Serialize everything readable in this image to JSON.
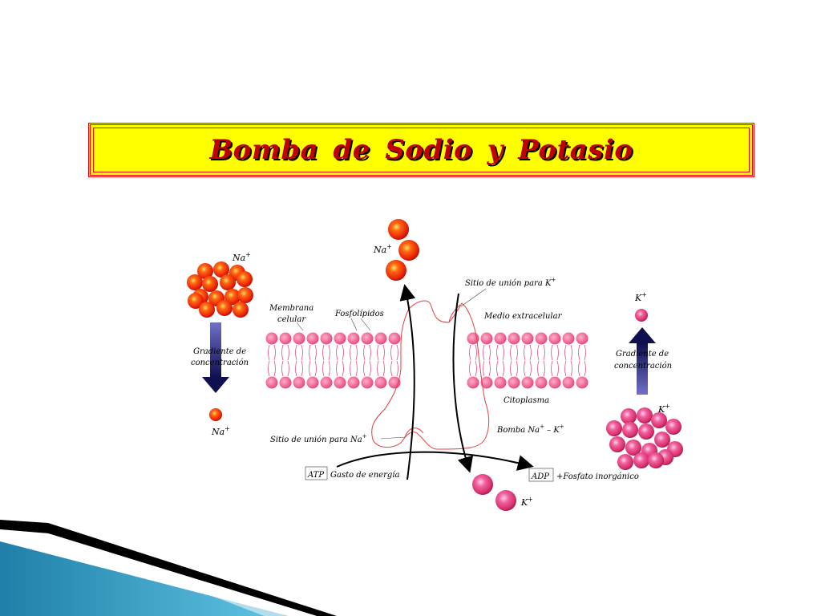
{
  "slide": {
    "title": "Bomba  de  Sodio  y  Potasio"
  },
  "diagram": {
    "na_top_left": "Na",
    "na_top_left_sup": "+",
    "gradient_left_line1": "Gradiente de",
    "gradient_left_line2": "concentración",
    "na_bottom_left": "Na",
    "na_bottom_left_sup": "+",
    "na_top_center": "Na",
    "na_top_center_sup": "+",
    "membrane_line1": "Membrana",
    "membrane_line2": "celular",
    "phospholipids": "Fosfolípidos",
    "k_site": "Sitio de unión para K",
    "k_site_sup": "+",
    "extracellular": "Medio extracelular",
    "cytoplasm": "Citoplasma",
    "pump": "Bomba Na",
    "pump_mid": " – K",
    "pump_sup1": "+",
    "pump_sup2": "+",
    "na_site": "Sitio de unión para Na",
    "na_site_sup": "+",
    "atp": "ATP",
    "energy": "Gasto de energía",
    "adp": "ADP",
    "phosphate": "+Fosfato inorgánico",
    "k_bottom_center": "K",
    "k_bottom_center_sup": "+",
    "k_top_right": "K",
    "k_top_right_sup": "+",
    "gradient_right_line1": "Gradiente de",
    "gradient_right_line2": "concentración",
    "k_bottom_right": "K",
    "k_bottom_right_sup": "+"
  },
  "colors": {
    "title_bg": "#ffff00",
    "title_border": "#ff0000",
    "title_text": "#c00000",
    "sodium": "#e8200a",
    "potassium": "#d8306a",
    "membrane_head": "#f06090",
    "arrow_blue": "#1a1a6e",
    "footer_blue": "#2a8fb8"
  }
}
